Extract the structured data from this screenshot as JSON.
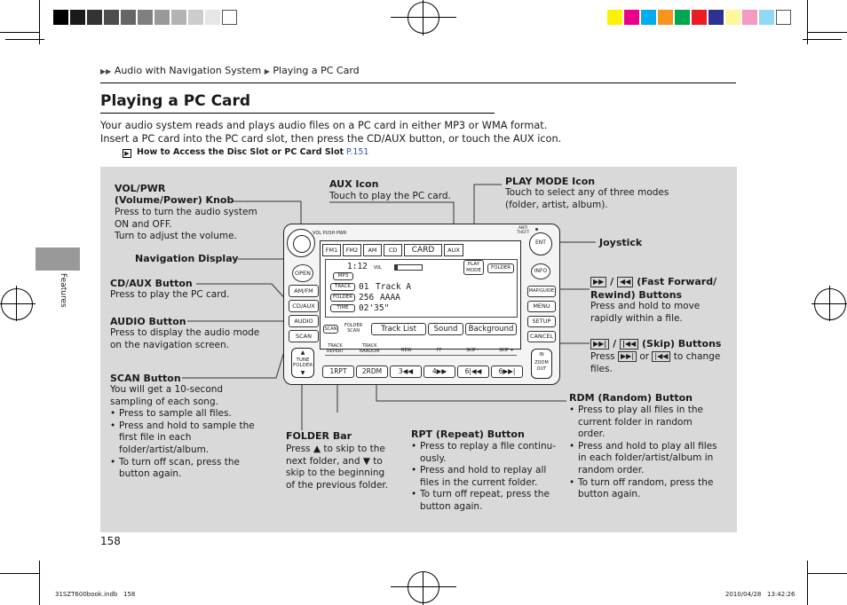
{
  "header": {
    "breadcrumb_arrows": "▶▶",
    "breadcrumb_1": "Audio with Navigation System",
    "breadcrumb_sep": "▶",
    "breadcrumb_2": "Playing a PC Card",
    "title": "Playing a PC Card"
  },
  "intro": {
    "line1": "Your audio system reads and plays audio files on a PC card in either MP3 or WMA format.",
    "line2": "Insert a PC card into the PC card slot, then press the CD/AUX button, or touch the AUX icon.",
    "ref_text": "How to Access the Disc Slot or PC Card Slot",
    "ref_page": "P.151"
  },
  "side_tab": "Features",
  "page_number": "158",
  "footer": {
    "left": "31SZT600book.indb   158",
    "right": "2010/04/28   13:42:26"
  },
  "callouts": {
    "vol_pwr": {
      "title_1": "VOL/PWR",
      "title_2": "(Volume/Power) Knob",
      "lines": [
        "Press to turn the audio system",
        "ON and OFF.",
        "Turn to adjust the volume."
      ]
    },
    "aux_icon": {
      "title": "AUX Icon",
      "desc": "Touch to play the PC card."
    },
    "play_mode": {
      "title": "PLAY MODE Icon",
      "desc_1": "Touch to select any of three modes",
      "desc_2": "(folder, artist, album)."
    },
    "joystick": {
      "title": "Joystick"
    },
    "nav_display": {
      "title": "Navigation Display"
    },
    "cd_aux": {
      "title": "CD/AUX Button",
      "desc": "Press to play the PC card."
    },
    "audio": {
      "title": "AUDIO Button",
      "desc_1": "Press to display the audio mode",
      "desc_2": "on the navigation screen."
    },
    "scan": {
      "title": "SCAN Button",
      "desc_1": "You will get a 10-second",
      "desc_2": "sampling of each song.",
      "bullets": [
        "Press to sample all files.",
        "Press and hold to sample the first file in each folder/artist/album.",
        "To turn off scan, press the button again."
      ]
    },
    "ff_rew": {
      "key_1": "▶▶",
      "sep": "/",
      "key_2": "◀◀",
      "title_rest": "(Fast Forward/",
      "title_2": "Rewind) Buttons",
      "desc_1": "Press and hold to move",
      "desc_2": "rapidly within a file."
    },
    "skip": {
      "key_1": "▶▶|",
      "sep": "/",
      "key_2": "|◀◀",
      "title_rest": "(Skip) Buttons",
      "desc_press": "Press",
      "desc_or": "or",
      "desc_tail": "to change",
      "desc_2": "files."
    },
    "rdm": {
      "title": "RDM (Random) Button",
      "bullets": [
        "Press to play all files in the current folder in random order.",
        "Press and hold to play all files in each folder/artist/album in random order.",
        "To turn off random, press the button again."
      ]
    },
    "folder_bar": {
      "title": "FOLDER Bar",
      "desc_1": "Press ▲ to skip to the",
      "desc_2": "next folder, and ▼ to",
      "desc_3": "skip to the beginning",
      "desc_4": "of the previous folder."
    },
    "rpt": {
      "title": "RPT (Repeat) Button",
      "bullets": [
        "Press to replay a file continu- ously.",
        "Press and hold to replay all files in the current folder.",
        "To turn off repeat, press the button again."
      ]
    }
  },
  "device": {
    "tabs": [
      "FM1",
      "FM2",
      "AM",
      "CD",
      "CARD",
      "AUX"
    ],
    "play_mode_1": "PLAY",
    "play_mode_2": "MODE",
    "folder_icon": "FOLDER",
    "time_elapsed": "1:12",
    "vol_text": "VOL",
    "track_no": "01",
    "track_label": "Track A",
    "folder_no": "256",
    "folder_name": "AAAA",
    "time_val": "02'35\"",
    "tag_mp3": "MP3",
    "tag_track": "TRACK",
    "tag_folder": "FOLDER",
    "tag_time": "TIME",
    "soft_scan": "SCAN",
    "soft_folder_scan_1": "FOLDER",
    "soft_folder_scan_2": "SCAN",
    "soft_track_list": "Track  List",
    "soft_sound": "Sound",
    "soft_background": "Background",
    "func_track_repeat_1": "TRACK",
    "func_track_repeat_2": "REPEAT",
    "func_track_random_1": "TRACK",
    "func_track_random_2": "RANDOM",
    "func_rew": "REW",
    "func_ff": "FF",
    "func_skip_minus": "SKIP -",
    "func_skip_plus": "SKIP +",
    "presets": [
      "1RPT",
      "2RDM",
      "3◀◀",
      "4▶▶",
      "6|◀◀",
      "6▶▶|"
    ],
    "vol_pwr_label": "VOL PUSH PWR",
    "open": "OPEN",
    "am_fm": "AM/FM",
    "cd_aux": "CD/AUX",
    "audio": "AUDIO",
    "scan": "SCAN",
    "anti_theft_1": "ANTI",
    "anti_theft_2": "THEFT",
    "ent": "ENT",
    "info": "INFO",
    "map_guide": "MAP/GUIDE",
    "menu": "MENU",
    "setup": "SETUP",
    "cancel": "CANCEL",
    "tune_folder_1": "TUNE",
    "tune_folder_2": "FOLDER",
    "zoom_in": "ZOOM",
    "zoom_out": "OUT",
    "zoom_in_small": "IN"
  }
}
